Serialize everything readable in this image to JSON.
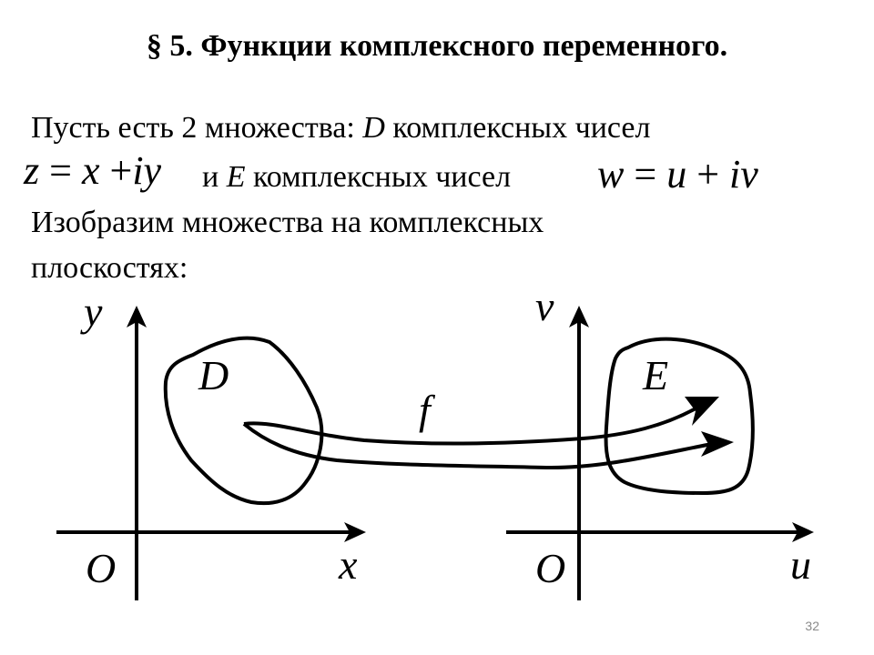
{
  "slide": {
    "title": "§ 5. Функции комплексного переменного.",
    "line1_prefix": "Пусть есть 2 множества: ",
    "line1_D": "D",
    "line1_suffix": " комплексных чисел",
    "formula_z": {
      "lhs": "z",
      "eq": "=",
      "a": "x",
      "plus": "+",
      "b": "iy"
    },
    "line2_prefix": "и ",
    "line2_E": "E",
    "line2_suffix": " комплексных чисел",
    "formula_w": {
      "lhs": "w",
      "eq": "=",
      "a": "u",
      "plus": "+",
      "b": "iv"
    },
    "line3": "Изобразим множества на комплексных",
    "line4": "плоскостях:",
    "page_number": "32"
  },
  "diagram": {
    "left_plane": {
      "y_label": "y",
      "x_label": "x",
      "origin_label": "O",
      "region_label": "D"
    },
    "right_plane": {
      "y_label": "v",
      "x_label": "u",
      "origin_label": "O",
      "region_label": "E"
    },
    "mapping_label": "f"
  }
}
